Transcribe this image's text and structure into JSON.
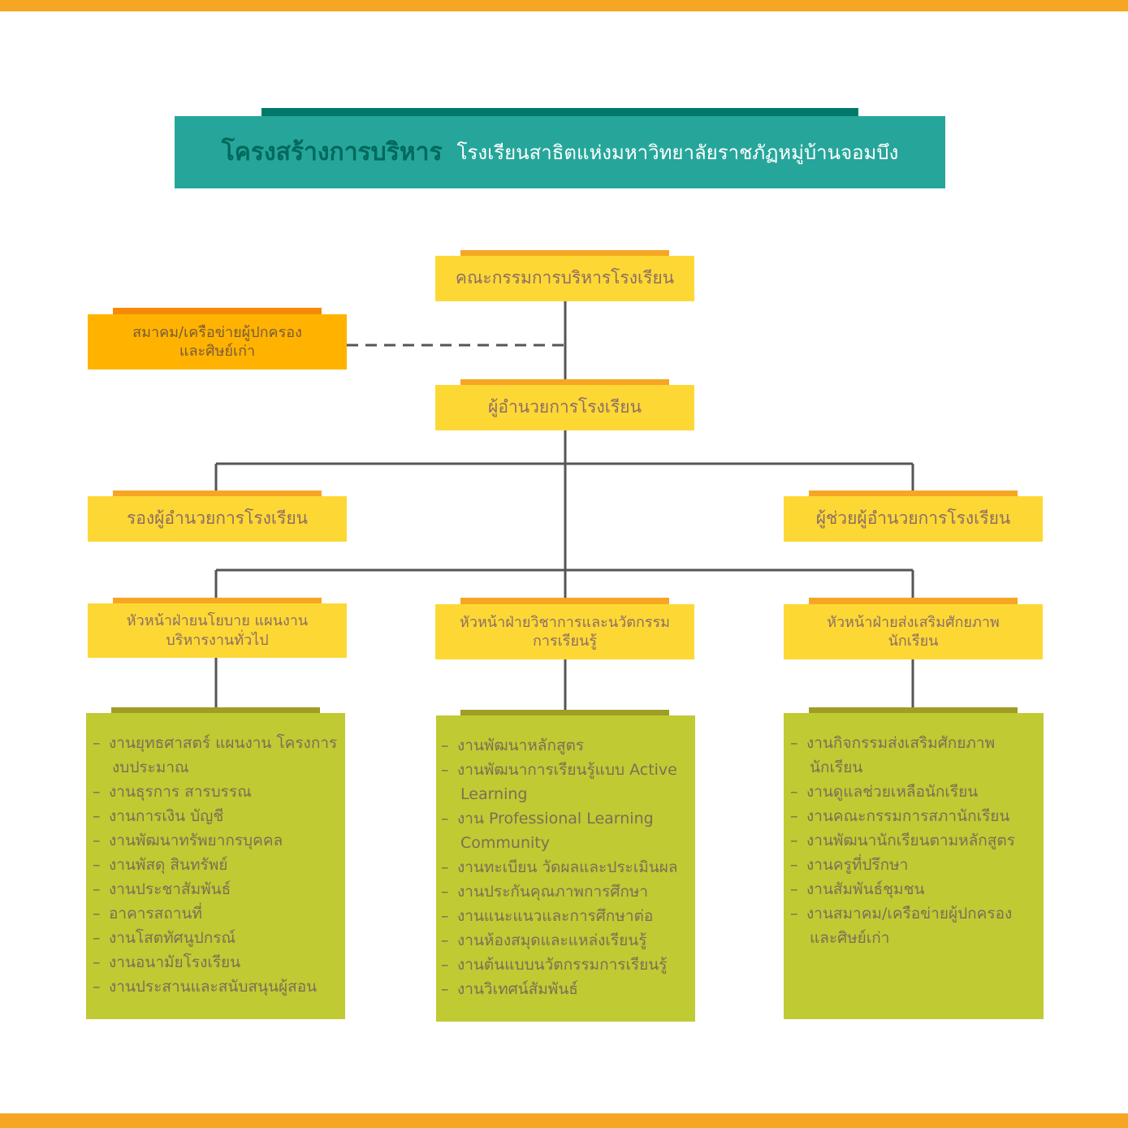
{
  "title": {
    "main": "โครงสร้างการบริหาร",
    "sub": "โรงเรียนสาธิตแห่งมหาวิทยาลัยราชภัฏหมู่บ้านจอมบึง"
  },
  "board": {
    "label": "คณะกรรมการบริหารโรงเรียน"
  },
  "association": {
    "lines": [
      "สมาคม/เครือข่ายผู้ปกครอง",
      "และศิษย์เก่า"
    ]
  },
  "director": {
    "label": "ผู้อำนวยการโรงเรียน"
  },
  "deputy": {
    "label": "รองผู้อำนวยการโรงเรียน"
  },
  "assistant": {
    "label": "ผู้ช่วยผู้อำนวยการโรงเรียน"
  },
  "heads": [
    {
      "lines": [
        "หัวหน้าฝ่ายนโยบาย แผนงาน",
        "บริหารงานทั่วไป"
      ]
    },
    {
      "lines": [
        "หัวหน้าฝ่ายวิชาการและนวัตกรรม",
        "การเรียนรู้"
      ]
    },
    {
      "lines": [
        "หัวหน้าฝ่ายส่งเสริมศักยภาพ",
        "นักเรียน"
      ]
    }
  ],
  "tasks": [
    [
      [
        "งานยุทธศาสตร์ แผนงาน โครงการ",
        "งบประมาณ"
      ],
      [
        "งานธุรการ สารบรรณ"
      ],
      [
        "งานการเงิน บัญชี"
      ],
      [
        "งานพัฒนาทรัพยากรบุคคล"
      ],
      [
        "งานพัสดุ สินทรัพย์"
      ],
      [
        "งานประชาสัมพันธ์"
      ],
      [
        "อาคารสถานที่"
      ],
      [
        "งานโสตทัศนูปกรณ์"
      ],
      [
        "งานอนามัยโรงเรียน"
      ],
      [
        "งานประสานและสนับสนุนผู้สอน"
      ]
    ],
    [
      [
        "งานพัฒนาหลักสูตร"
      ],
      [
        "งานพัฒนาการเรียนรู้แบบ Active",
        "Learning"
      ],
      [
        "งาน Professional Learning",
        "Community"
      ],
      [
        "งานทะเบียน วัดผลและประเมินผล"
      ],
      [
        "งานประกันคุณภาพการศึกษา"
      ],
      [
        "งานแนะแนวและการศึกษาต่อ"
      ],
      [
        "งานห้องสมุดและแหล่งเรียนรู้"
      ],
      [
        "งานต้นแบบนวัตกรรมการเรียนรู้"
      ],
      [
        "งานวิเทศน์สัมพันธ์"
      ]
    ],
    [
      [
        "งานกิจกรรมส่งเสริมศักยภาพ",
        "นักเรียน"
      ],
      [
        "งานดูแลช่วยเหลือนักเรียน"
      ],
      [
        "งานคณะกรรมการสภานักเรียน"
      ],
      [
        "งานพัฒนานักเรียนตามหลักสูตร"
      ],
      [
        "งานครูที่ปรึกษา"
      ],
      [
        "งานสัมพันธ์ชุมชน"
      ],
      [
        "งานสมาคม/เครือข่ายผู้ปกครอง",
        "และศิษย์เก่า"
      ]
    ]
  ],
  "colors": {
    "stripe": "#f6a623",
    "title_band": "#26a69a",
    "title_tab": "#00796b",
    "box_yellow": "#fdd835",
    "box_amber": "#ffb300",
    "box_green": "#c0ca33",
    "connector": "#555555"
  }
}
